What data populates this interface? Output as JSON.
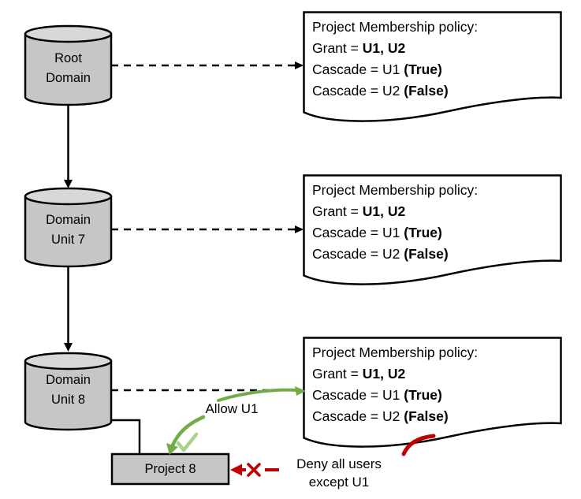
{
  "background": "#ffffff",
  "colors": {
    "shape_fill": "#c6c6c6",
    "shape_top_fill": "#d8d8d8",
    "outline": "#000000",
    "allow_green": "#70ad47",
    "check_green": "#a9d18e",
    "deny_red": "#c00000"
  },
  "cylinders": [
    {
      "id": "root-domain",
      "lines": [
        "Root",
        "Domain"
      ]
    },
    {
      "id": "domain-unit-7",
      "lines": [
        "Domain",
        "Unit 7"
      ]
    },
    {
      "id": "domain-unit-8",
      "lines": [
        "Domain",
        "Unit 8"
      ]
    }
  ],
  "policy_boxes": [
    {
      "title": "Project Membership policy:",
      "lines": [
        {
          "prefix": "Grant = ",
          "bold": "U1, U2"
        },
        {
          "prefix": "Cascade = U1 ",
          "bold": "(True)"
        },
        {
          "prefix": "Cascade = U2 ",
          "bold": "(False)"
        }
      ]
    },
    {
      "title": "Project Membership policy:",
      "lines": [
        {
          "prefix": "Grant = ",
          "bold": "U1, U2"
        },
        {
          "prefix": "Cascade = U1 ",
          "bold": "(True)"
        },
        {
          "prefix": "Cascade = U2 ",
          "bold": "(False)"
        }
      ]
    },
    {
      "title": "Project Membership policy:",
      "lines": [
        {
          "prefix": "Grant = ",
          "bold": "U1, U2"
        },
        {
          "prefix": "Cascade = U1 ",
          "bold": "(True)"
        },
        {
          "prefix": "Cascade = U2 ",
          "bold": "(False)"
        }
      ]
    }
  ],
  "project_box": {
    "label": "Project 8"
  },
  "annotations": {
    "allow": {
      "label": "Allow U1",
      "color": "#70ad47"
    },
    "deny": {
      "line1": "Deny all users",
      "line2": "except U1",
      "color": "#c00000"
    }
  }
}
